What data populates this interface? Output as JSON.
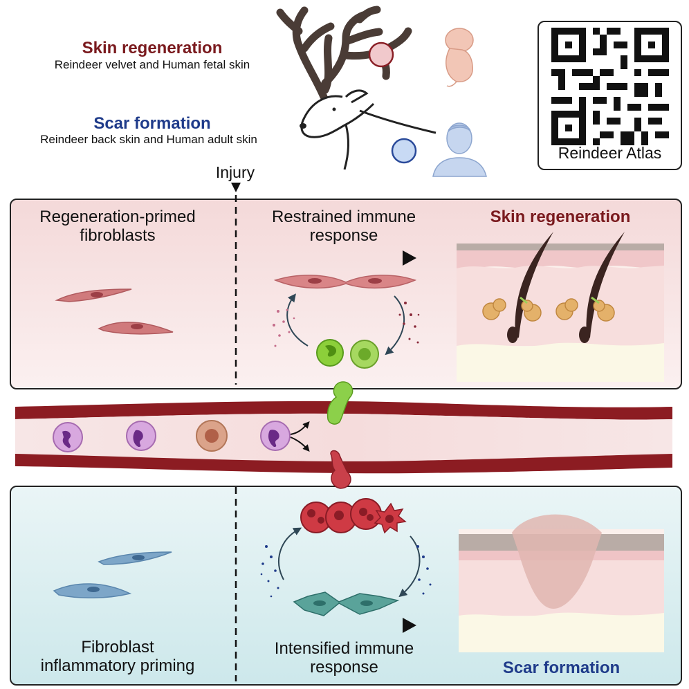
{
  "legend": {
    "regen_title": "Skin regeneration",
    "regen_sub": "Reindeer velvet and Human fetal skin",
    "scar_title": "Scar formation",
    "scar_sub": "Reindeer back skin and Human adult skin"
  },
  "qr": {
    "label": "Reindeer Atlas"
  },
  "injury": {
    "label": "Injury"
  },
  "top_panel": {
    "left_label_line1": "Regeneration-primed",
    "left_label_line2": "fibroblasts",
    "mid_label_line1": "Restrained immune",
    "mid_label_line2": "response",
    "outcome": "Skin regeneration"
  },
  "bottom_panel": {
    "left_label_line1": "Fibroblast",
    "left_label_line2": "inflammatory priming",
    "mid_label_line1": "Intensified immune",
    "mid_label_line2": "response",
    "outcome": "Scar formation"
  },
  "colors": {
    "regen": "#7a1a1e",
    "scar": "#1f3b8a",
    "top_panel_bg": "#f5dede",
    "bottom_panel_bg": "#dff0f2",
    "vessel": "#8c1c22"
  }
}
